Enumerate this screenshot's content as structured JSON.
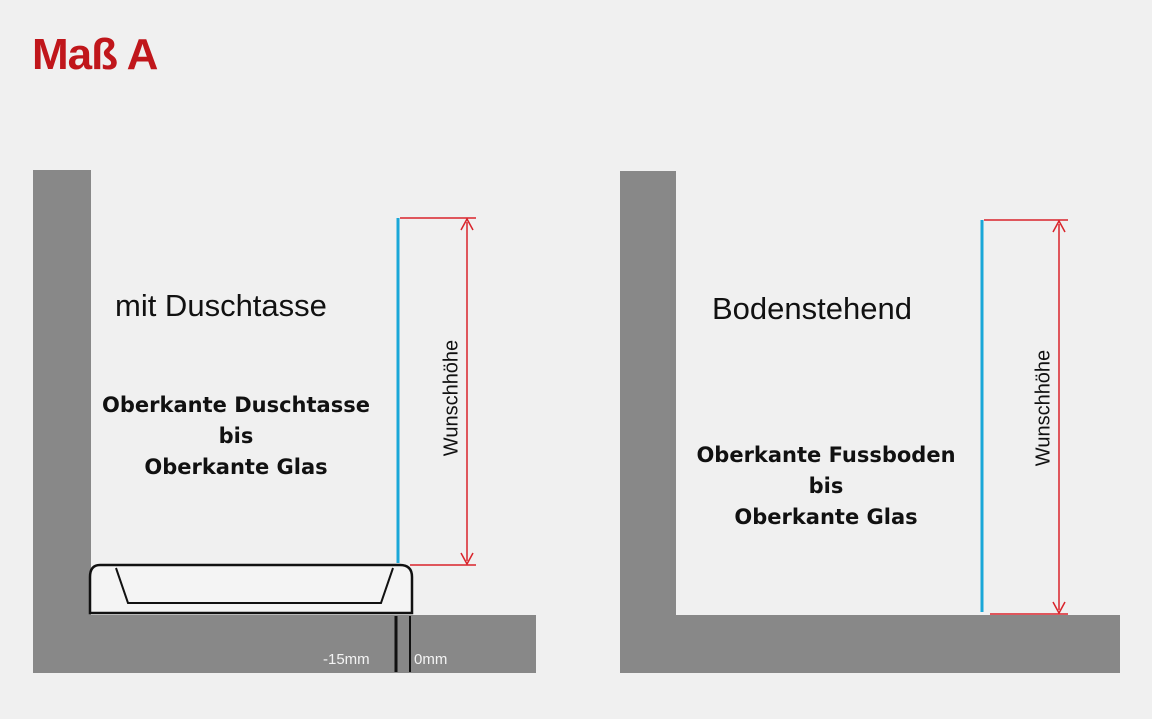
{
  "title": "Maß A",
  "colors": {
    "title": "#c0161b",
    "wall": "#888888",
    "measure_line": "#1aa7d8",
    "dimension_arrow": "#d9232a",
    "background": "#f0f0f0"
  },
  "left": {
    "heading": "mit Duschtasse",
    "desc": [
      "Oberkante Duschtasse",
      "bis",
      "Oberkante Glas"
    ],
    "dimension_label": "Wunschhöhe",
    "offset_left": "-15mm",
    "offset_right": "0mm"
  },
  "right": {
    "heading": "Bodenstehend",
    "desc": [
      "Oberkante Fussboden",
      "bis",
      "Oberkante Glas"
    ],
    "dimension_label": "Wunschhöhe"
  }
}
